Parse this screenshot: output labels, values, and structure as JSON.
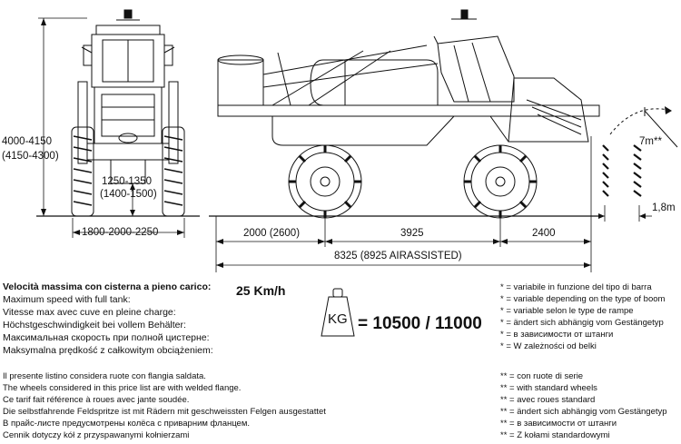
{
  "dimensions": {
    "height": "4000-4150",
    "height_alt": "(4150-4300)",
    "clearance": "1250-1350",
    "clearance_alt": "(1400-1500)",
    "track_width": "1800-2000-2250",
    "front_length": "2000 (2600)",
    "wheelbase": "3925",
    "rear_length": "2400",
    "total_length": "8325 (8925 AIRASSISTED)",
    "turning_radius": "7m**",
    "turning_width": "1,8m"
  },
  "speed": {
    "label_it": "Velocità massima con cisterna a pieno carico:",
    "value": "25 Km/h",
    "label_en": "Maximum speed with full tank:",
    "label_fr": "Vitesse max avec  cuve en pleine charge:",
    "label_de": "Höchstgeschwindigkeit bei vollem Behälter:",
    "label_ru": "Максимальная скорость при полной цистерне:",
    "label_pl": "Maksymalna prędkość z całkowitym obciążeniem:"
  },
  "weight": {
    "unit": "KG",
    "value": "= 10500 / 11000"
  },
  "footnotes_single": [
    "* = variabile in funzione del tipo di barra",
    "* = variable depending on the type of boom",
    "* = variable selon le type de rampe",
    "* = ändert sich abhängig vom Gestängetyp",
    "* = в зависимости от штанги",
    "* = W zależności od belki"
  ],
  "tyre_notes": [
    "Il presente listino considera ruote con flangia saldata.",
    "The wheels considered in this price list are with welded flange.",
    "Ce tarif fait référence à roues avec jante soudée.",
    "Die selbstfahrende Feldspritze ist mit Rädern mit geschweissten Felgen ausgestattet",
    "В прайс-листе предусмотрены колёса с приварним фланцем.",
    "Cennik dotyczy kół z przyspawanymi kołnierzami"
  ],
  "footnotes_double": [
    "** = con ruote di serie",
    "** = with standard wheels",
    "** = avec roues standard",
    "** = ändert sich abhängig vom Gestängetyp",
    "** = в зависимости от штанги",
    "** = Z kołami standardowymi"
  ]
}
